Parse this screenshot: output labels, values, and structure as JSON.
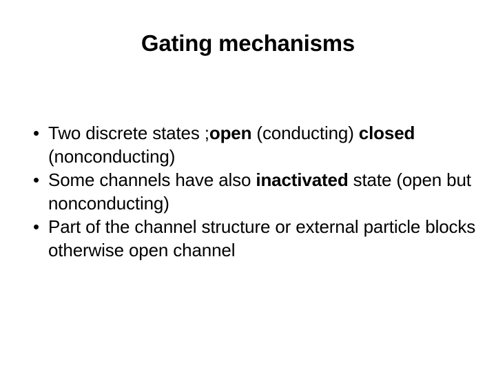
{
  "slide": {
    "title": "Gating mechanisms",
    "background_color": "#ffffff",
    "text_color": "#000000",
    "bullet_glyph": "•",
    "bullets": [
      {
        "segments": [
          {
            "text": "Two discrete states ;",
            "bold": false
          },
          {
            "text": "open",
            "bold": true
          },
          {
            "text": " (conducting) ",
            "bold": false
          },
          {
            "text": "closed",
            "bold": true
          },
          {
            "text": " (nonconducting)",
            "bold": false
          }
        ],
        "plain": "Two discrete states ;open (conducting) closed (nonconducting)"
      },
      {
        "segments": [
          {
            "text": "Some channels have also ",
            "bold": false
          },
          {
            "text": "inactivated",
            "bold": true
          },
          {
            "text": " state (open but nonconducting)",
            "bold": false
          }
        ],
        "plain": "Some channels have also inactivated state (open but nonconducting)"
      },
      {
        "segments": [
          {
            "text": "Part of the channel structure or external particle blocks otherwise open channel",
            "bold": false
          }
        ],
        "plain": "Part of the channel structure or external particle blocks otherwise open channel"
      }
    ]
  }
}
